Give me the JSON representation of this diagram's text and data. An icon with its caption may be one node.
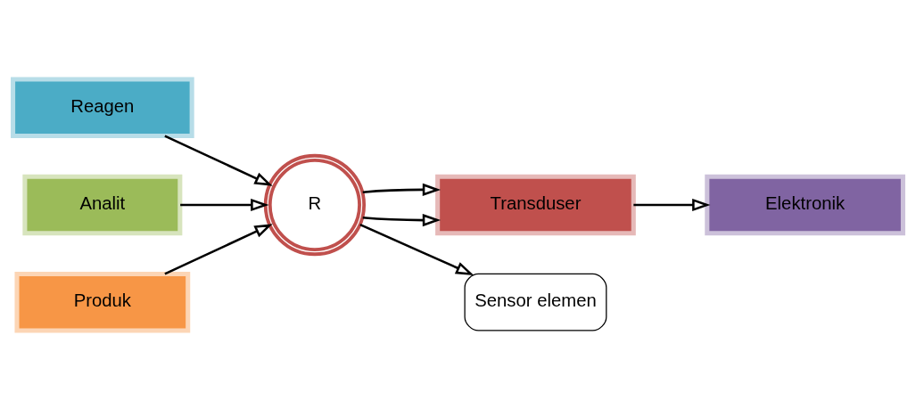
{
  "diagram": {
    "nodes": [
      {
        "text": [
          "Reagen"
        ]
      },
      {
        "text": [
          "Analit"
        ]
      },
      {
        "text": [
          "R"
        ]
      },
      {
        "text": [
          "Transduser"
        ]
      },
      {
        "text": [
          "Elektronik"
        ]
      },
      {
        "text": [
          "Produk"
        ]
      },
      {
        "text": [
          "Sensor elemen"
        ]
      }
    ],
    "edges": [
      {
        "from": 0,
        "to": 2,
        "arrow": "to"
      },
      {
        "from": 1,
        "to": 2,
        "arrow": "to"
      },
      {
        "from": 5,
        "to": 2,
        "arrow": "to"
      },
      {
        "from": 2,
        "to": 3,
        "arrow": "to"
      },
      {
        "from": 2,
        "to": 3,
        "arrow": "to"
      },
      {
        "from": 3,
        "to": 4,
        "arrow": "to"
      },
      {
        "from": 2,
        "to": 6,
        "arrow": "to"
      }
    ]
  }
}
